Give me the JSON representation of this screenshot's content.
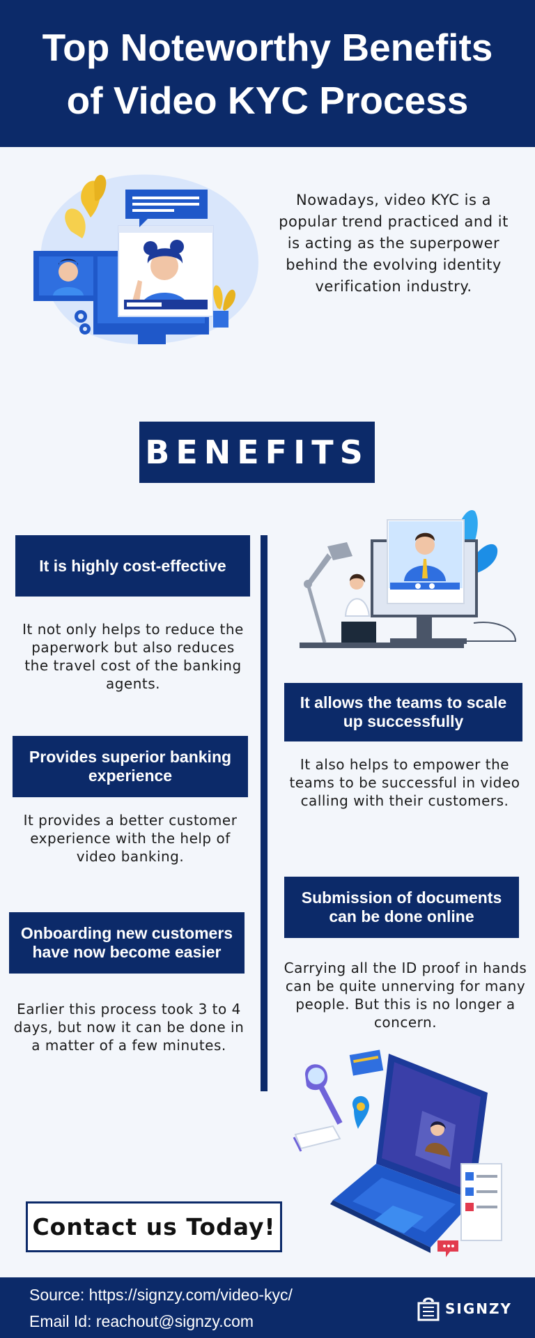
{
  "header": {
    "title": "Top Noteworthy Benefits of Video KYC Process"
  },
  "intro": {
    "text": "Nowadays, video KYC is a popular trend practiced and it is acting as the superpower behind the evolving identity verification industry."
  },
  "benefits_banner": "BENEFITS",
  "benefits": [
    {
      "title": "It is highly cost-effective",
      "description": "It not only helps to reduce the paperwork but also reduces the travel cost of the banking agents."
    },
    {
      "title": "It allows the teams to scale up successfully",
      "description": "It also helps to empower the teams to be successful in video calling with their customers."
    },
    {
      "title": "Provides superior banking experience",
      "description": "It provides a better customer experience with the help of video banking."
    },
    {
      "title": "Submission of documents can be done online",
      "description": "Carrying all the ID proof in hands can be quite unnerving for many people. But this is no longer a concern."
    },
    {
      "title": "Onboarding new customers have now become easier",
      "description": "Earlier this process took 3 to 4 days, but now it can be done in a matter of a few minutes."
    }
  ],
  "cta": {
    "label": "Contact us Today!"
  },
  "footer": {
    "source": "Source:  https://signzy.com/video-kyc/",
    "email": "Email Id:  reachout@signzy.com",
    "logo_text": "SIGNZY"
  },
  "colors": {
    "navy": "#0c2a69",
    "background": "#f3f6fb",
    "accent_blue": "#2f6fe0",
    "accent_yellow": "#f2c12e"
  },
  "icons": [
    "video-call-illustration",
    "video-conference-illustration",
    "laptop-kyc-illustration",
    "signzy-logo-icon"
  ]
}
